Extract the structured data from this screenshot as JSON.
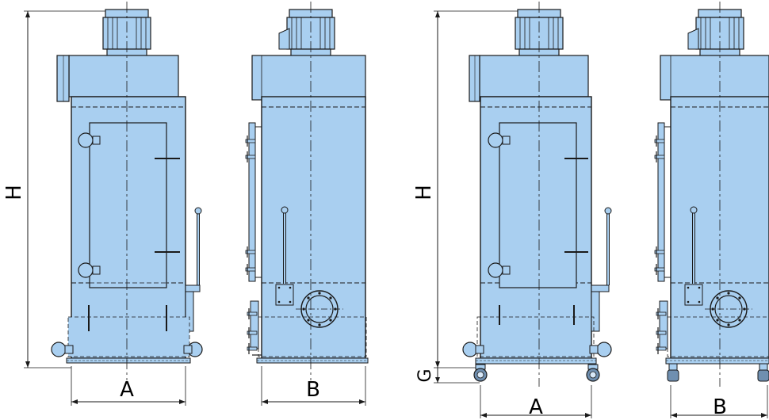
{
  "colors": {
    "body": "#a9cff0",
    "outline": "#1a1a1a",
    "background": "#ffffff"
  },
  "views": [
    {
      "id": "front-static",
      "label": "A"
    },
    {
      "id": "side-static",
      "label": "B"
    },
    {
      "id": "front-wheeled",
      "label": "A"
    },
    {
      "id": "side-wheeled",
      "label": "B"
    }
  ],
  "dimensions": {
    "height": "H",
    "width_front": "A",
    "width_side": "B",
    "caster_height": "G"
  }
}
